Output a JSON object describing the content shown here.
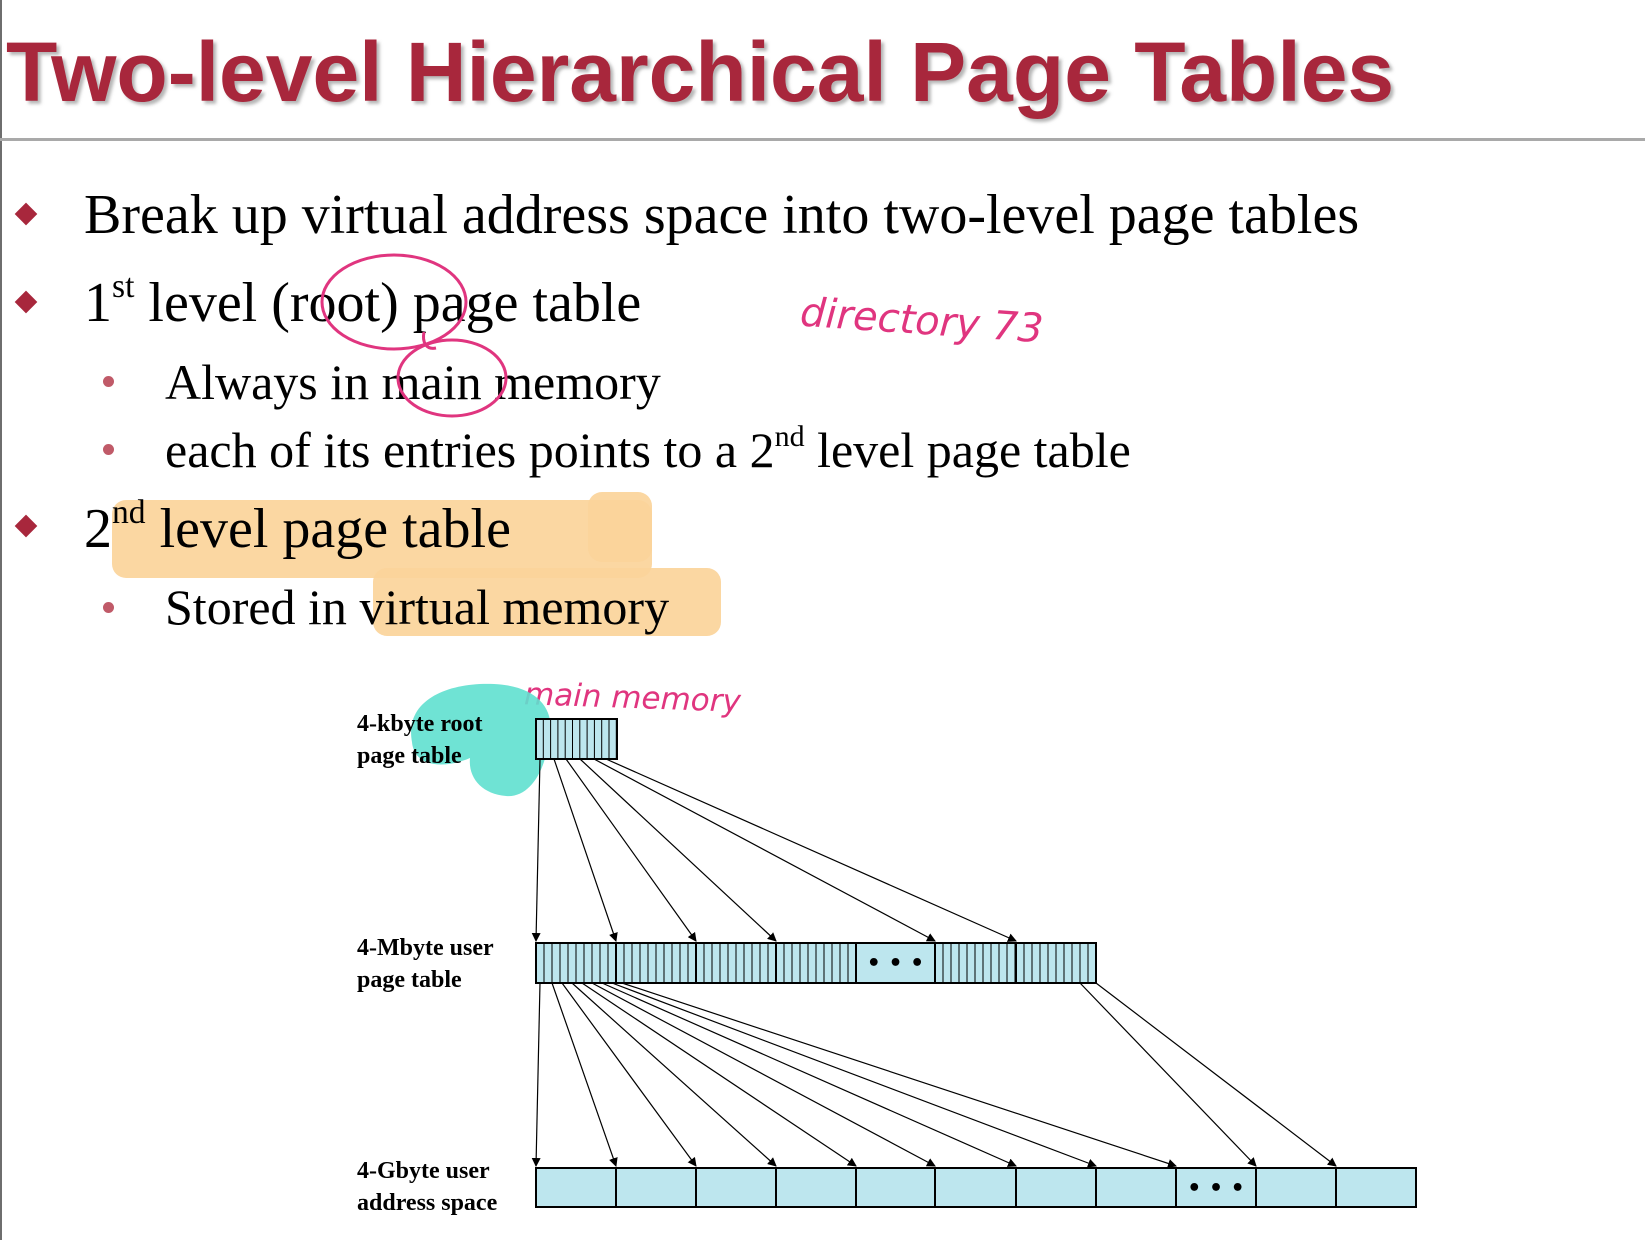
{
  "slide": {
    "title": "Two-level Hierarchical Page Tables",
    "bullets": {
      "b1": "Break up virtual address space into two-level page tables",
      "b2_num": "1",
      "b2_sup": "st",
      "b2_a": " level ",
      "b2_root": "(root)",
      "b2_b": " page table",
      "b2_sub1_a": "Always in ",
      "b2_sub1_main": "main",
      "b2_sub1_b": " memory",
      "b2_sub2_a": "each of its entries points to a 2",
      "b2_sub2_sup": "nd",
      "b2_sub2_b": " level page table",
      "b3_num": "2",
      "b3_sup": "nd",
      "b3_text": " level page table",
      "b3_sub1_a": "Stored in ",
      "b3_sub1_b": "virtual memory"
    }
  },
  "annotations": {
    "directory": "directory",
    "directory_suffix": "73",
    "main_memory": "main memory",
    "colors": {
      "ink_pink": "#e0357f",
      "highlight_orange": "#fbd49a",
      "highlight_cyan": "#5fe0cf"
    }
  },
  "diagram": {
    "root_label_1": "4-kbyte root",
    "root_label_2": "page table",
    "user_pt_label_1": "4-Mbyte user",
    "user_pt_label_2": "page table",
    "space_label_1": "4-Gbyte user",
    "space_label_2": "address space",
    "ellipsis": "• • •",
    "fill_color": "#bde6ee"
  },
  "theme": {
    "title_color": "#a8273c"
  }
}
